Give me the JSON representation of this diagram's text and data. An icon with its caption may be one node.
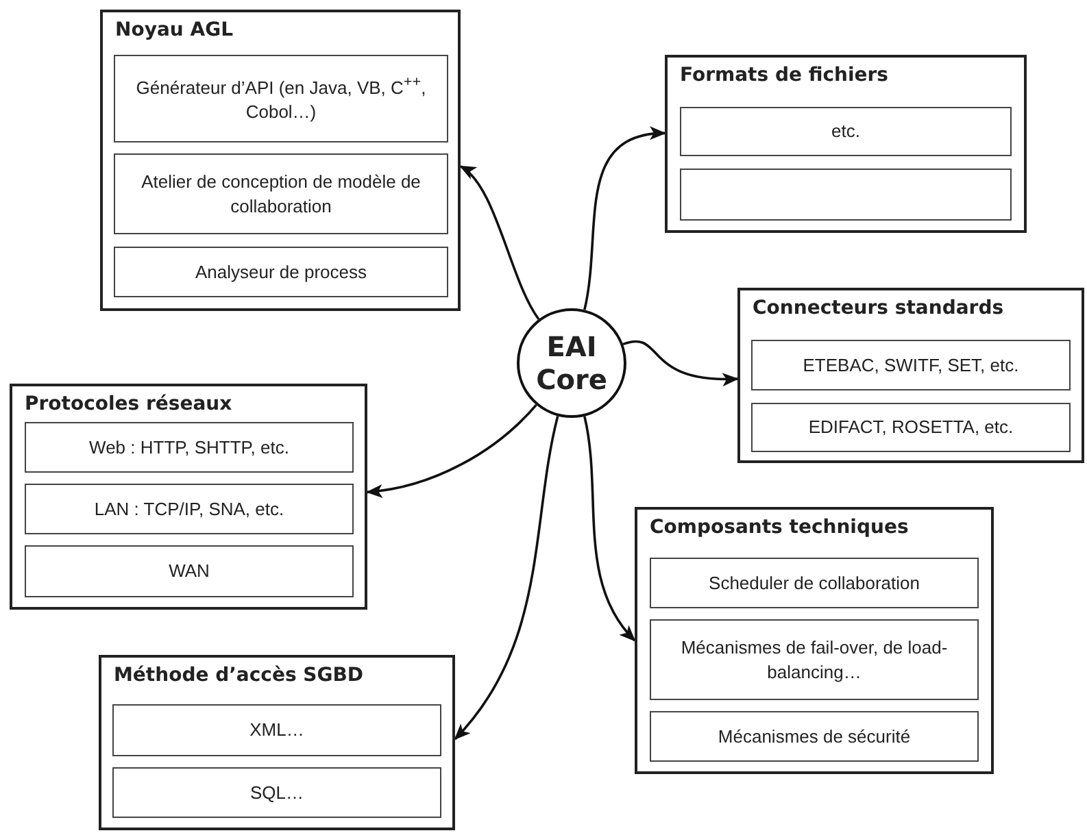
{
  "diagram": {
    "nodes": [
      {
        "text": [
          "Noyau AGL"
        ]
      },
      {
        "text": [
          "Générateur d’API (en Java, VB, C$^{++}$, Cobol…)"
        ],
        "in": 0
      },
      {
        "text": [
          "Atelier de conception de modèle de collaboration"
        ],
        "in": 0
      },
      {
        "text": [
          "Analyseur de process"
        ],
        "in": 0
      },
      {
        "text": [
          "Formats de fichiers"
        ]
      },
      {
        "text": [
          "etc."
        ],
        "in": 4
      },
      {
        "text": [],
        "shape": "box",
        "in": 4
      },
      {
        "text": [
          "EAI Core"
        ]
      },
      {
        "text": [
          "Connecteurs standards"
        ]
      },
      {
        "text": [
          "ETEBAC, SWITF, SET, etc."
        ],
        "in": 8
      },
      {
        "text": [
          "EDIFACT, ROSETTA, etc."
        ],
        "in": 8
      },
      {
        "text": [
          "Protocoles réseaux"
        ]
      },
      {
        "text": [
          "Web : HTTP, SHTTP, etc."
        ],
        "in": 11
      },
      {
        "text": [
          "LAN : TCP/IP, SNA, etc."
        ],
        "in": 11
      },
      {
        "text": [
          "WAN"
        ],
        "in": 11
      },
      {
        "text": [
          "Composants techniques"
        ]
      },
      {
        "text": [
          "Scheduler de collaboration"
        ],
        "in": 15
      },
      {
        "text": [
          "Mécanismes de fail-over, de load-balancing…"
        ],
        "in": 15
      },
      {
        "text": [
          "Mécanismes de sécurité"
        ],
        "in": 15
      },
      {
        "text": [
          "Méthode d’accès SGBD"
        ]
      },
      {
        "text": [
          "XML…"
        ],
        "in": 19
      },
      {
        "text": [
          "SQL…"
        ],
        "in": 19
      }
    ],
    "edges": [
      {
        "from": 7,
        "to": 0,
        "arrow": "to"
      },
      {
        "from": 7,
        "to": 4,
        "arrow": "to"
      },
      {
        "from": 7,
        "to": 8,
        "arrow": "to"
      },
      {
        "from": 7,
        "to": 11,
        "arrow": "to"
      },
      {
        "from": 7,
        "to": 15,
        "arrow": "to"
      },
      {
        "from": 7,
        "to": 19,
        "arrow": "to"
      }
    ]
  }
}
